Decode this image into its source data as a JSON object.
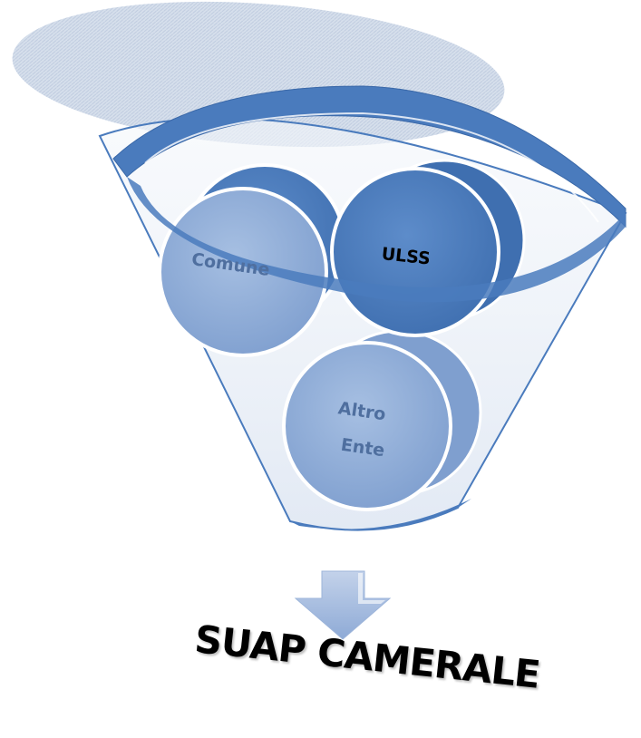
{
  "diagram": {
    "balls": [
      {
        "id": "comune",
        "label": "Comune"
      },
      {
        "id": "ulss",
        "label": "ULSS"
      },
      {
        "id": "altro",
        "label_lines": [
          "Altro",
          "Ente"
        ]
      }
    ],
    "result": "SUAP CAMERALE"
  },
  "colors": {
    "funnel_rim": "#4a7bbd",
    "funnel_body": "#e8eef7",
    "ball_dark": "#4f7fc0",
    "ball_light": "#8fadd8",
    "arrow": "#9db5da",
    "ellipse": "#c9d6e8"
  }
}
